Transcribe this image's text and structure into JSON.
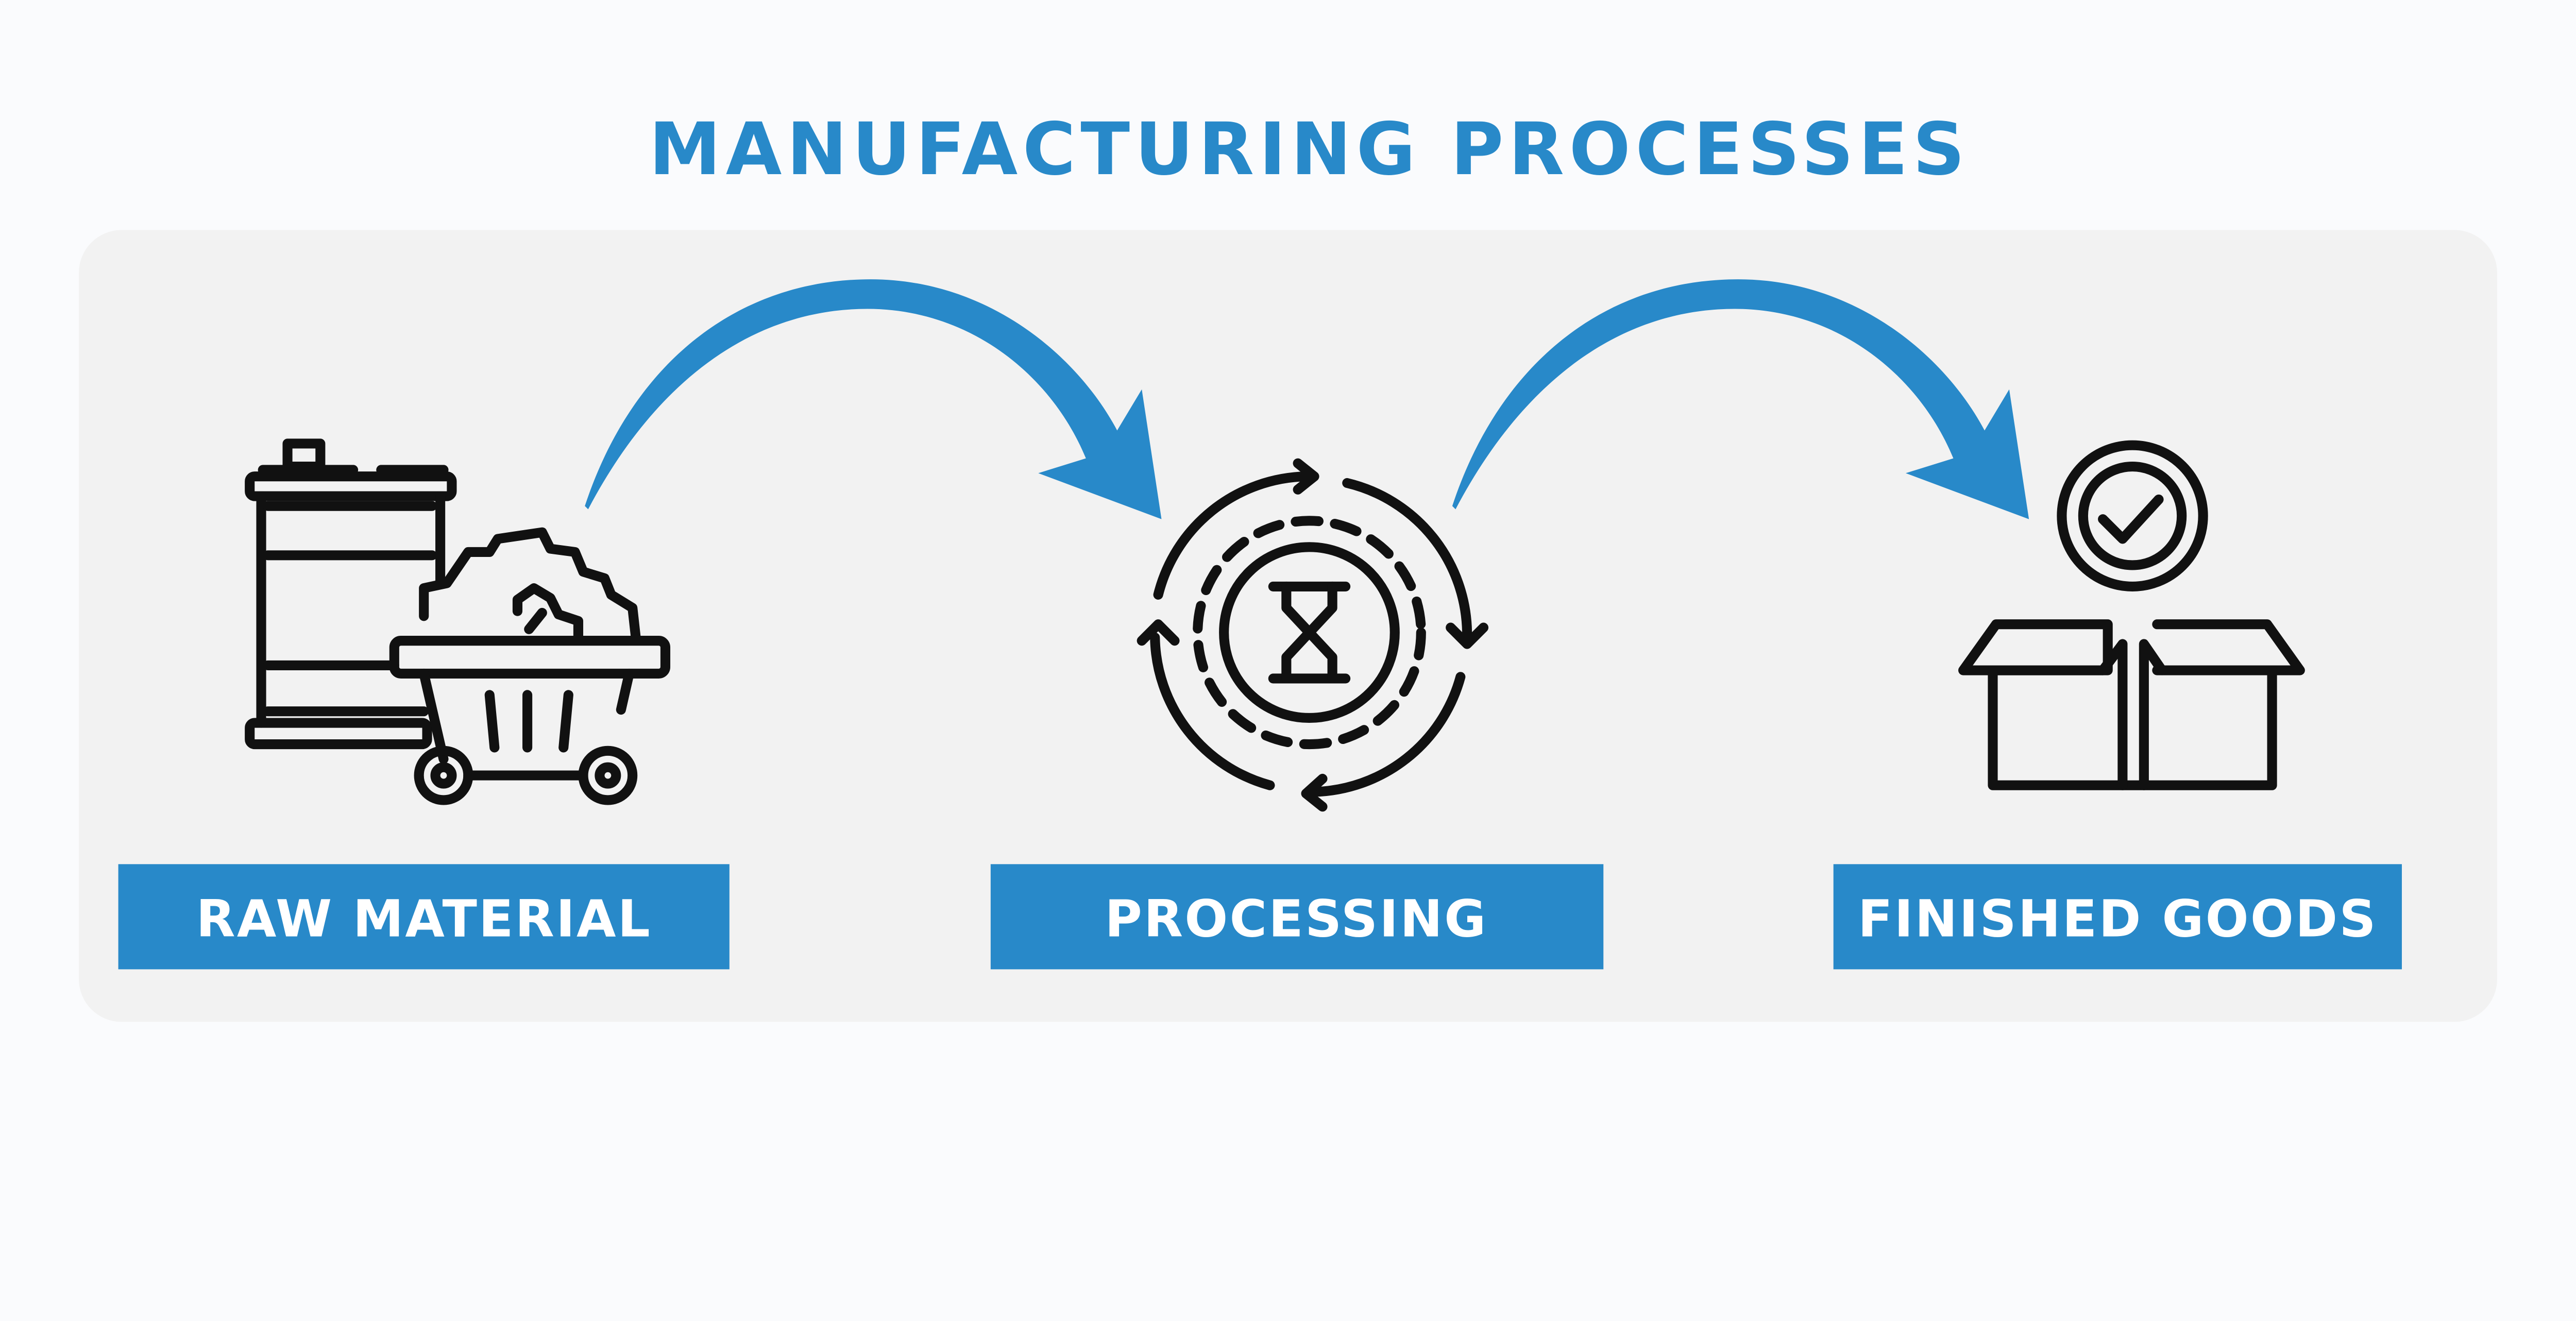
{
  "title": "MANUFACTURING PROCESSES",
  "colors": {
    "accent": "#2889C9",
    "background": "#FAFBFD",
    "panel": "#F2F2F2",
    "icon": "#111111"
  },
  "steps": [
    {
      "label": "RAW MATERIAL",
      "icon": "barrel-and-mine-cart-icon"
    },
    {
      "label": "PROCESSING",
      "icon": "gear-cycle-hourglass-icon"
    },
    {
      "label": "FINISHED GOODS",
      "icon": "box-with-checkmark-icon"
    }
  ],
  "connectors": [
    {
      "from": "RAW MATERIAL",
      "to": "PROCESSING",
      "icon": "curved-arrow-icon"
    },
    {
      "from": "PROCESSING",
      "to": "FINISHED GOODS",
      "icon": "curved-arrow-icon"
    }
  ]
}
